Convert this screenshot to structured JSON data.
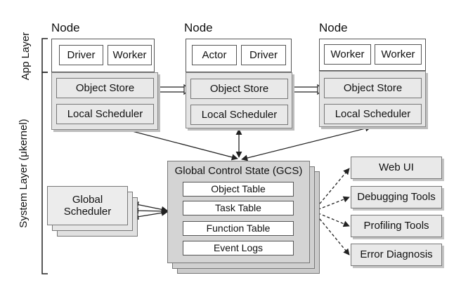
{
  "layers": {
    "app": "App Layer",
    "system": "System Layer (μkernel)"
  },
  "nodes": [
    {
      "title": "Node",
      "workers": [
        "Driver",
        "Worker"
      ],
      "object_store": "Object Store",
      "local_scheduler": "Local Scheduler"
    },
    {
      "title": "Node",
      "workers": [
        "Actor",
        "Driver"
      ],
      "object_store": "Object Store",
      "local_scheduler": "Local Scheduler"
    },
    {
      "title": "Node",
      "workers": [
        "Worker",
        "Worker"
      ],
      "object_store": "Object Store",
      "local_scheduler": "Local Scheduler"
    }
  ],
  "global_scheduler": "Global\nScheduler",
  "gcs": {
    "title": "Global Control State (GCS)",
    "tables": [
      "Object Table",
      "Task Table",
      "Function Table",
      "Event Logs"
    ]
  },
  "tools": [
    "Web UI",
    "Debugging Tools",
    "Profiling Tools",
    "Error Diagnosis"
  ],
  "colors": {
    "box_fill_light": "#e4e4e4",
    "box_fill_mid": "#cfcfcf",
    "line": "#222222"
  }
}
